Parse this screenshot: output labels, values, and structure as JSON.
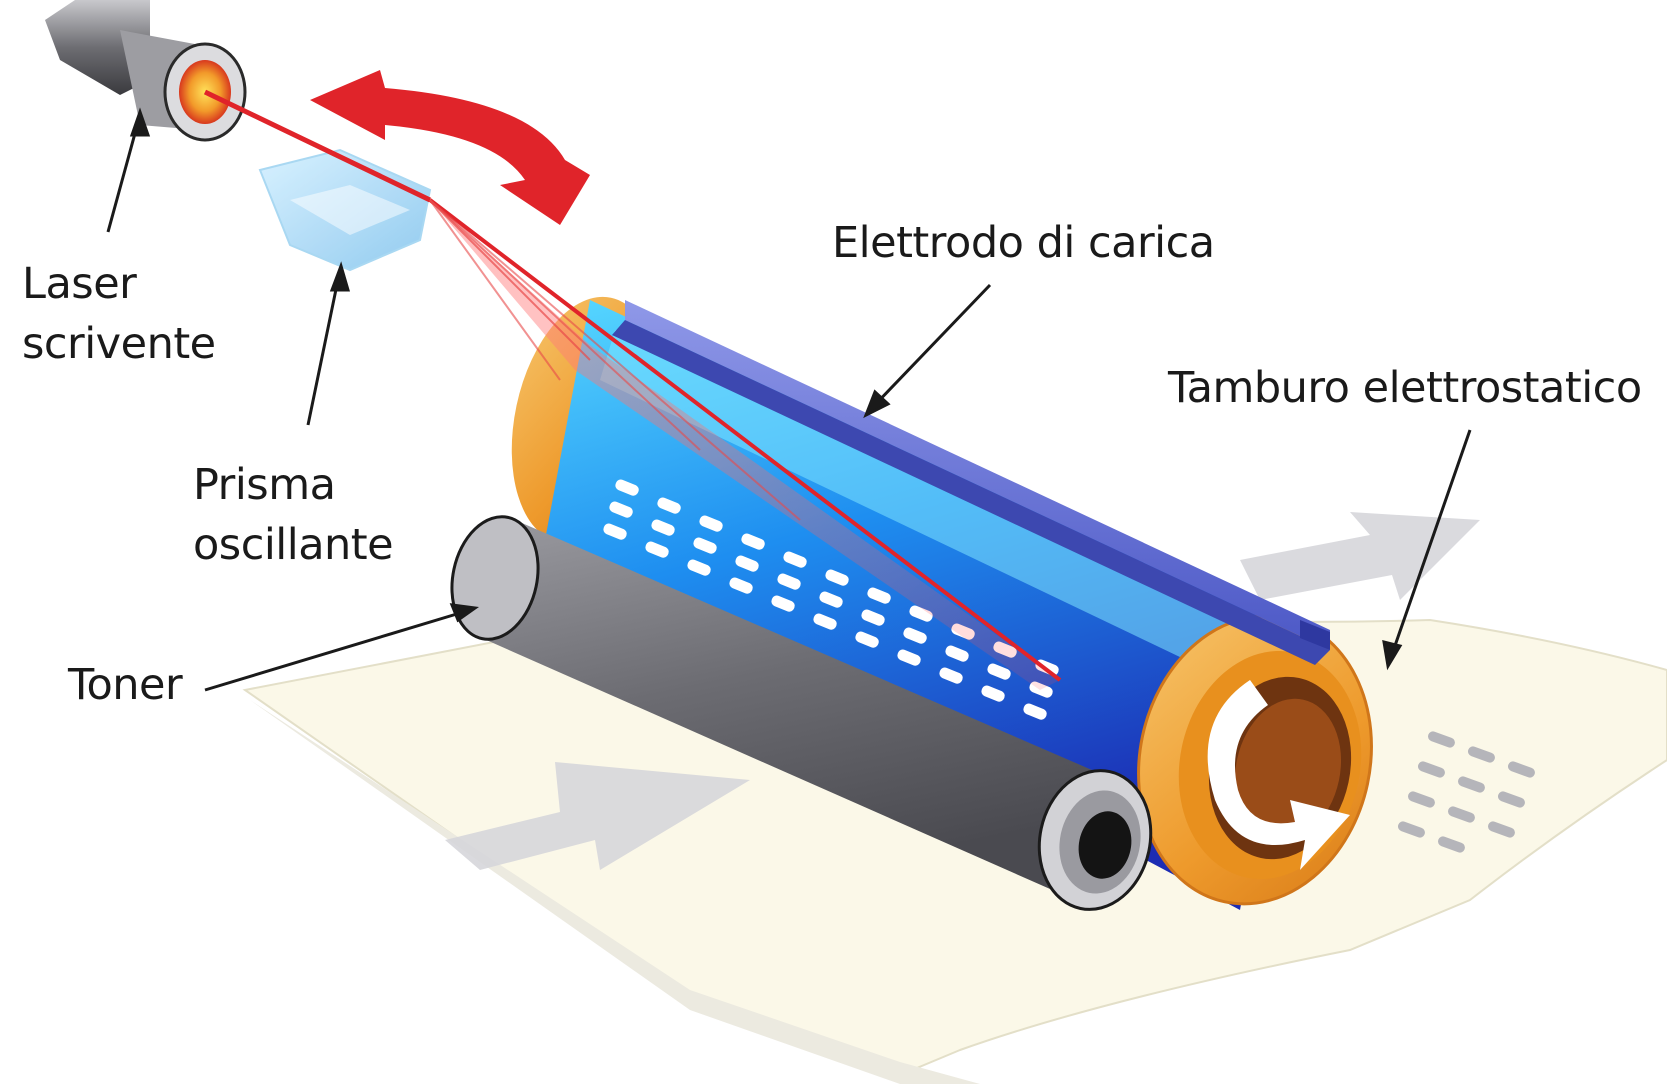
{
  "diagram": {
    "labels": {
      "laser": [
        "Laser",
        "scrivente"
      ],
      "prism": [
        "Prisma",
        "oscillante"
      ],
      "toner": "Toner",
      "charge_electrode": "Elettrodo di carica",
      "drum": "Tamburo elettrostatico"
    }
  },
  "colors": {
    "laser_beam": "#e0242a",
    "drum_blue": "#1f6fe0",
    "drum_dark_blue": "#2b34b8",
    "drum_cap_orange": "#f0a22e",
    "electrode": "#6573d6",
    "toner_gray": "#6f6f73",
    "paper": "#fbf8e8",
    "arrow_gray": "#d8d8dc"
  }
}
